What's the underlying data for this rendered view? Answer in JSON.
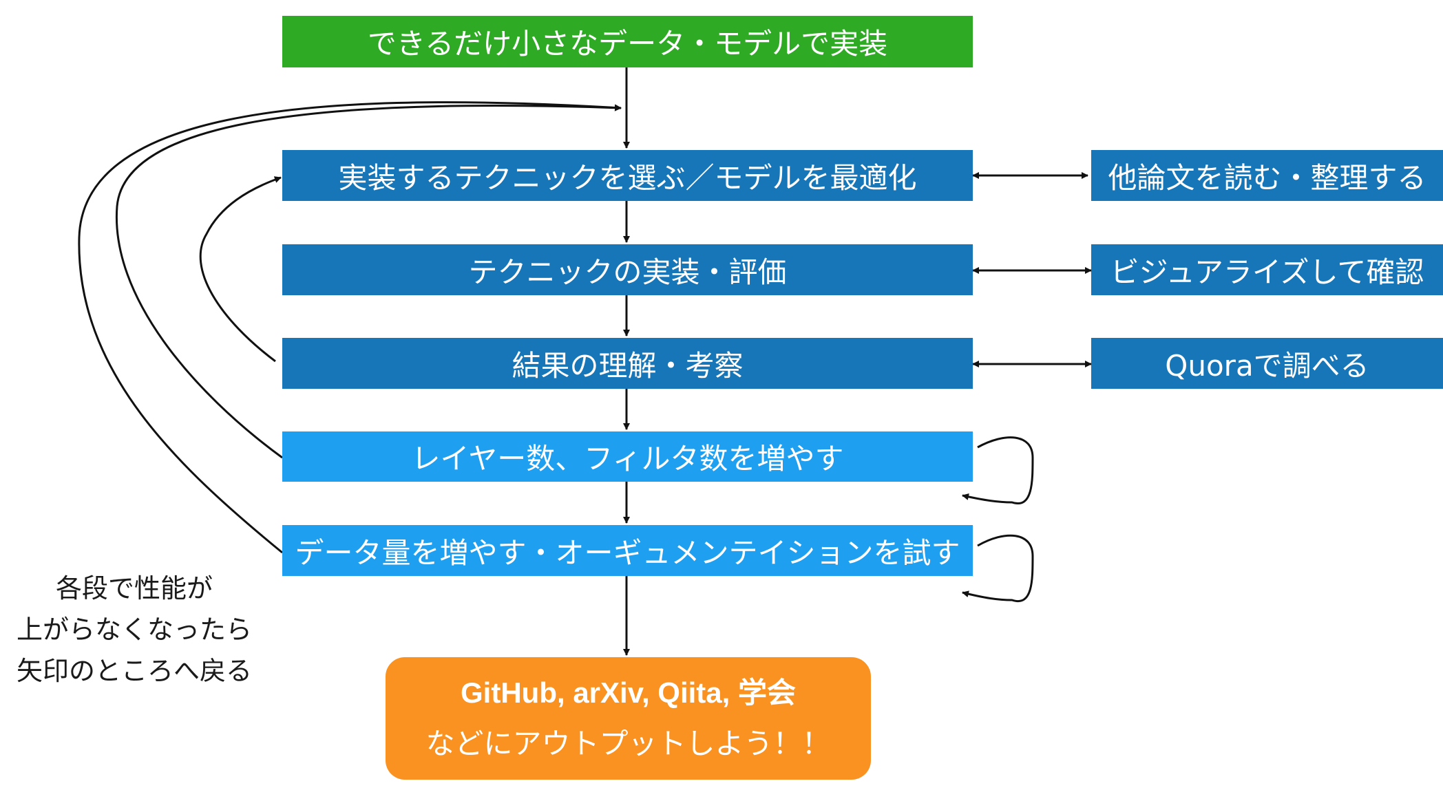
{
  "colors": {
    "top_box": "#2eaa24",
    "main_box": "#1776b8",
    "light_box": "#1f9ff0",
    "output_box": "#f99220",
    "arrow": "#111111"
  },
  "top": {
    "label": "できるだけ小さなデータ・モデルで実装"
  },
  "steps": [
    {
      "label": "実装するテクニックを選ぶ／モデルを最適化"
    },
    {
      "label": "テクニックの実装・評価"
    },
    {
      "label": "結果の理解・考察"
    },
    {
      "label": "レイヤー数、フィルタ数を増やす"
    },
    {
      "label": "データ量を増やす・オーギュメンテイションを試す"
    }
  ],
  "side": [
    {
      "label": "他論文を読む・整理する"
    },
    {
      "label": "ビジュアライズして確認"
    },
    {
      "label": "Quoraで調べる"
    }
  ],
  "output": {
    "line1": "GitHub, arXiv, Qiita, 学会",
    "line2": "などにアウトプットしよう！！"
  },
  "note": {
    "lines": [
      "各段で性能が",
      "上がらなくなったら",
      "矢印のところへ戻る"
    ]
  }
}
